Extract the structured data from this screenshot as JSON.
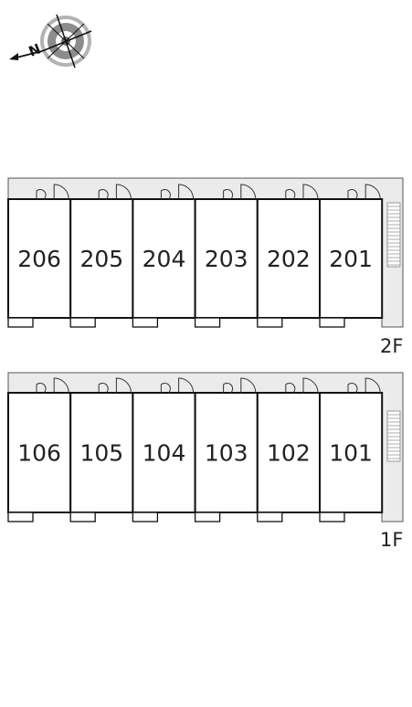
{
  "compass": {
    "north_letter": "N",
    "icon": "compass-rose-icon"
  },
  "floors": [
    {
      "id": "2f",
      "label": "2F",
      "units": [
        "206",
        "205",
        "204",
        "203",
        "202",
        "201"
      ]
    },
    {
      "id": "1f",
      "label": "1F",
      "units": [
        "106",
        "105",
        "104",
        "103",
        "102",
        "101"
      ]
    }
  ],
  "colors": {
    "corridor": "#ebebeb",
    "wall": "#111111",
    "stairs": "#9a9a9a"
  }
}
